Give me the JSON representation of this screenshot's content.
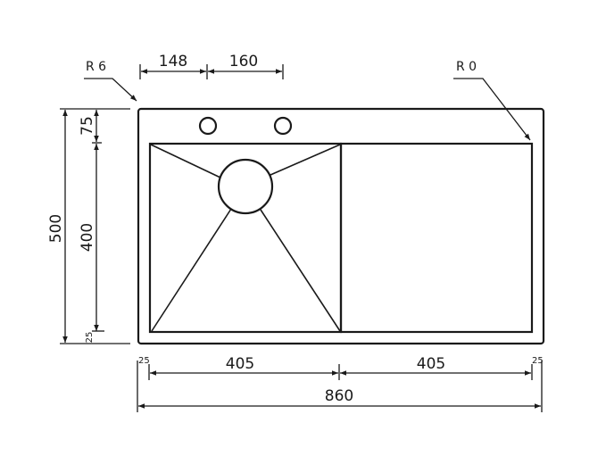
{
  "drawing": {
    "corner_radius_outer": "R 6",
    "corner_radius_inner": "R 0",
    "tap_hole_1_offset": "148",
    "tap_hole_spacing": "160",
    "overall_depth": "500",
    "back_margin": "75",
    "bowl_depth": "400",
    "front_margin": "25",
    "left_margin": "25",
    "bowl_width": "405",
    "drainer_width": "405",
    "right_margin": "25",
    "overall_width": "860"
  }
}
